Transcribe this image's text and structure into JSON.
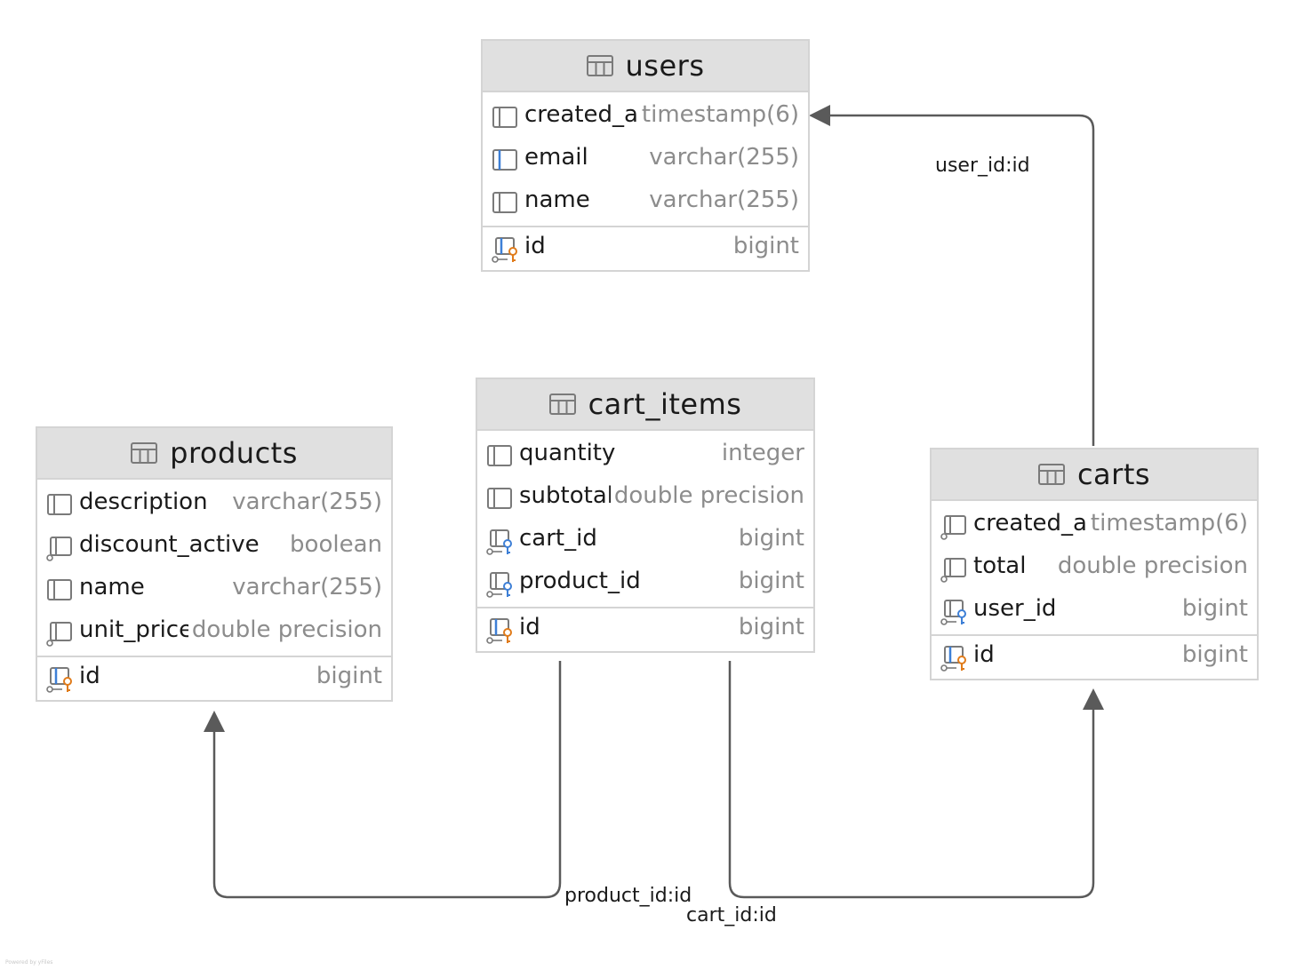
{
  "tables": {
    "users": {
      "name": "users",
      "columns": [
        {
          "name": "created_at",
          "type": "timestamp(6)",
          "icon": "column-icon"
        },
        {
          "name": "email",
          "type": "varchar(255)",
          "icon": "column-unique-icon"
        },
        {
          "name": "name",
          "type": "varchar(255)",
          "icon": "column-icon"
        }
      ],
      "keys": [
        {
          "name": "id",
          "type": "bigint",
          "icon": "primary-key-icon"
        }
      ]
    },
    "cart_items": {
      "name": "cart_items",
      "columns": [
        {
          "name": "quantity",
          "type": "integer",
          "icon": "column-icon"
        },
        {
          "name": "subtotal",
          "type": "double precision",
          "icon": "column-icon"
        },
        {
          "name": "cart_id",
          "type": "bigint",
          "icon": "foreign-key-icon"
        },
        {
          "name": "product_id",
          "type": "bigint",
          "icon": "foreign-key-icon"
        }
      ],
      "keys": [
        {
          "name": "id",
          "type": "bigint",
          "icon": "primary-key-icon"
        }
      ]
    },
    "products": {
      "name": "products",
      "columns": [
        {
          "name": "description",
          "type": "varchar(255)",
          "icon": "column-icon"
        },
        {
          "name": "discount_active",
          "type": "boolean",
          "icon": "nullable-column-icon"
        },
        {
          "name": "name",
          "type": "varchar(255)",
          "icon": "column-icon"
        },
        {
          "name": "unit_price",
          "type": "double precision",
          "icon": "nullable-column-icon"
        }
      ],
      "keys": [
        {
          "name": "id",
          "type": "bigint",
          "icon": "primary-key-icon"
        }
      ]
    },
    "carts": {
      "name": "carts",
      "columns": [
        {
          "name": "created_at",
          "type": "timestamp(6)",
          "icon": "nullable-column-icon"
        },
        {
          "name": "total",
          "type": "double precision",
          "icon": "nullable-column-icon"
        },
        {
          "name": "user_id",
          "type": "bigint",
          "icon": "foreign-key-icon"
        }
      ],
      "keys": [
        {
          "name": "id",
          "type": "bigint",
          "icon": "primary-key-icon"
        }
      ]
    }
  },
  "relations": [
    {
      "label": "user_id:id",
      "from": "carts",
      "to": "users"
    },
    {
      "label": "product_id:id",
      "from": "cart_items",
      "to": "products"
    },
    {
      "label": "cart_id:id",
      "from": "cart_items",
      "to": "carts"
    }
  ],
  "colors": {
    "header": "#e0e0e0",
    "border": "#d4d4d4",
    "type_text": "#8c8c8c",
    "link": "#5a5a5a",
    "pk_accent": "#e07b1a",
    "fk_accent": "#3d7fd6"
  },
  "credit": "Powered by yFiles"
}
